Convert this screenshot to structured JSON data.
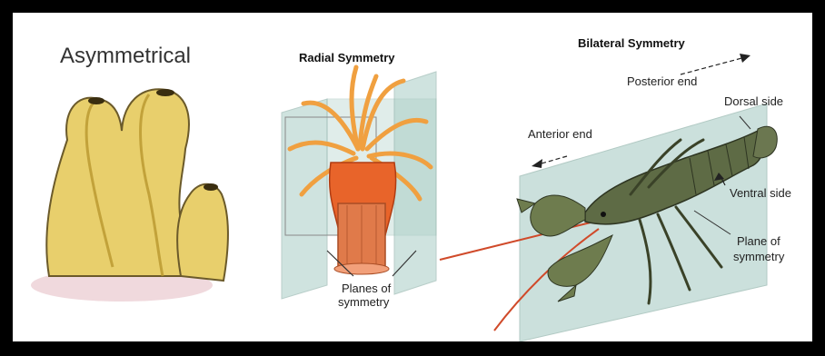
{
  "panels": {
    "asymmetrical": {
      "title": "Asymmetrical"
    },
    "radial": {
      "title": "Radial Symmetry",
      "planes_label_line1": "Planes of",
      "planes_label_line2": "symmetry"
    },
    "bilateral": {
      "title": "Bilateral Symmetry",
      "posterior": "Posterior end",
      "dorsal": "Dorsal side",
      "anterior": "Anterior end",
      "ventral": "Ventral side",
      "plane_line1": "Plane of",
      "plane_line2": "symmetry"
    }
  },
  "colors": {
    "sponge": "#e8cf6c",
    "sponge_shade": "#b8962e",
    "anemone": "#e8642a",
    "plane": "#a9cdc5",
    "crayfish": "#5e6b45"
  }
}
